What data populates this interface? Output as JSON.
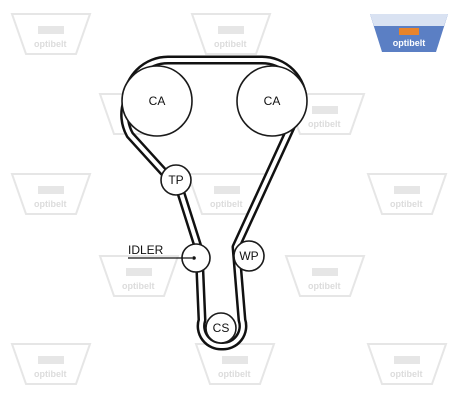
{
  "watermark": {
    "text": "optibelt"
  },
  "logo": {
    "text": "optibelt",
    "colors": {
      "badge": "#5b7fc4",
      "badge_top": "#d9e2f2",
      "emblem": "#e8842c"
    }
  },
  "diagram": {
    "pulleys": {
      "ca_left": "CA",
      "ca_right": "CA",
      "tp": "TP",
      "idler": "",
      "wp": "WP",
      "cs": "CS"
    },
    "idler_label": "IDLER"
  }
}
